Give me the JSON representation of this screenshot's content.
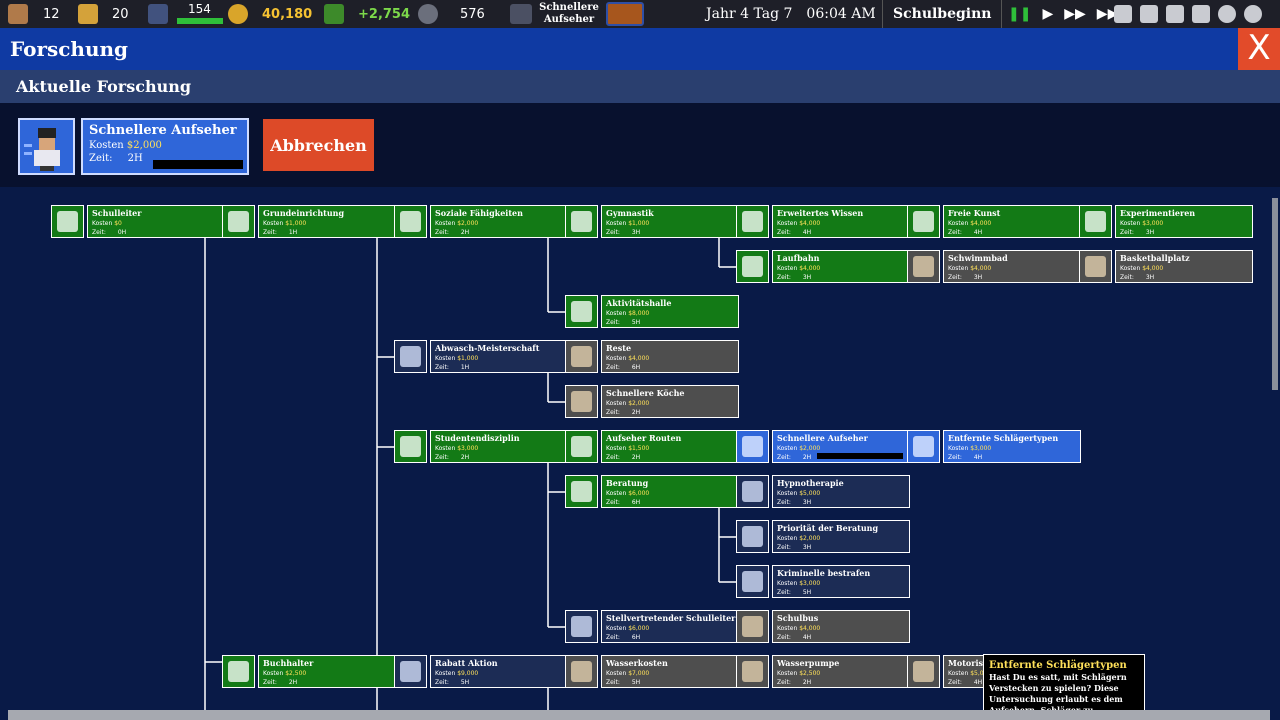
{
  "topbar": {
    "students": "12",
    "staff": "20",
    "guards_progress_value": "154",
    "money": "40,180",
    "income": "+2,754",
    "reputation": "576",
    "research_label": "Schnellere Aufseher",
    "date": "Jahr 4 Tag 7",
    "time": "06:04 AM",
    "period": "Schulbeginn",
    "colors": {
      "money": "#f6c232",
      "income": "#7cd84a",
      "progress": "#2fbf3a"
    }
  },
  "window": {
    "title": "Forschung",
    "close": "X"
  },
  "current": {
    "heading": "Aktuelle Forschung",
    "name": "Schnellere Aufseher",
    "cost_label": "Kosten",
    "cost": "$2,000",
    "time_label": "Zeit:",
    "time": "2H",
    "cancel": "Abbrechen"
  },
  "tooltip": {
    "title": "Entfernte Schlägertypen",
    "body": "Hast Du es satt, mit Schlägern Verstecken zu spielen? Diese Untersuchung erlaubt es dem Aufsehern, Schläger zu entfernen, ohne dass Du einen Finger rühren musst."
  },
  "nodes": [
    {
      "id": "n1",
      "name": "Schulleiter",
      "cost": "$0",
      "time": "0H",
      "state": "green",
      "icon": "principal-icon"
    },
    {
      "id": "n2",
      "name": "Grundeinrichtung",
      "cost": "$1,000",
      "time": "1H",
      "state": "green",
      "icon": "students-icon"
    },
    {
      "id": "n3",
      "name": "Soziale Fähigkeiten",
      "cost": "$2,000",
      "time": "2H",
      "state": "green",
      "icon": "social-icon"
    },
    {
      "id": "n4",
      "name": "Gymnastik",
      "cost": "$1,000",
      "time": "3H",
      "state": "green",
      "icon": "gym-icon"
    },
    {
      "id": "n5",
      "name": "Erweitertes Wissen",
      "cost": "$4,000",
      "time": "4H",
      "state": "green",
      "icon": "book-icon"
    },
    {
      "id": "n6",
      "name": "Freie Kunst",
      "cost": "$4,000",
      "time": "4H",
      "state": "green",
      "icon": "easel-icon"
    },
    {
      "id": "n7",
      "name": "Experimentieren",
      "cost": "$3,000",
      "time": "3H",
      "state": "green",
      "icon": "flask-icon"
    },
    {
      "id": "n8",
      "name": "Laufbahn",
      "cost": "$4,000",
      "time": "3H",
      "state": "green",
      "icon": "career-icon"
    },
    {
      "id": "n9",
      "name": "Schwimmbad",
      "cost": "$4,000",
      "time": "3H",
      "state": "gray",
      "icon": "pool-icon"
    },
    {
      "id": "n10",
      "name": "Basketballplatz",
      "cost": "$4,000",
      "time": "3H",
      "state": "gray",
      "icon": "basketball-icon"
    },
    {
      "id": "n11",
      "name": "Aktivitätshalle",
      "cost": "$8,000",
      "time": "5H",
      "state": "green",
      "icon": "calendar-icon"
    },
    {
      "id": "n12",
      "name": "Abwasch-Meisterschaft",
      "cost": "$1,000",
      "time": "1H",
      "state": "dark",
      "icon": "dish-icon"
    },
    {
      "id": "n13",
      "name": "Reste",
      "cost": "$4,000",
      "time": "6H",
      "state": "gray",
      "icon": "food-icon"
    },
    {
      "id": "n14",
      "name": "Schnellere Köche",
      "cost": "$2,000",
      "time": "2H",
      "state": "gray",
      "icon": "cook-icon"
    },
    {
      "id": "n15",
      "name": "Studentendisziplin",
      "cost": "$3,000",
      "time": "2H",
      "state": "green",
      "icon": "discipline-icon"
    },
    {
      "id": "n16",
      "name": "Aufseher Routen",
      "cost": "$1,500",
      "time": "2H",
      "state": "green",
      "icon": "routes-icon"
    },
    {
      "id": "n17",
      "name": "Schnellere Aufseher",
      "cost": "$2,000",
      "time": "2H",
      "state": "blue",
      "icon": "guard-icon"
    },
    {
      "id": "n18",
      "name": "Entfernte Schlägertypen",
      "cost": "$3,000",
      "time": "4H",
      "state": "blue",
      "icon": "bully-icon"
    },
    {
      "id": "n19",
      "name": "Beratung",
      "cost": "$6,000",
      "time": "6H",
      "state": "green",
      "icon": "counsel-icon"
    },
    {
      "id": "n20",
      "name": "Hypnotherapie",
      "cost": "$5,000",
      "time": "3H",
      "state": "dark",
      "icon": "hypno-icon"
    },
    {
      "id": "n21",
      "name": "Priorität der Beratung",
      "cost": "$2,000",
      "time": "3H",
      "state": "dark",
      "icon": "priority-icon"
    },
    {
      "id": "n22",
      "name": "Kriminelle bestrafen",
      "cost": "$3,000",
      "time": "5H",
      "state": "dark",
      "icon": "punish-icon"
    },
    {
      "id": "n23",
      "name": "Stellvertretender Schulleiter",
      "cost": "$6,000",
      "time": "6H",
      "state": "dark",
      "icon": "vice-icon"
    },
    {
      "id": "n24",
      "name": "Schulbus",
      "cost": "$4,000",
      "time": "4H",
      "state": "gray",
      "icon": "bus-icon"
    },
    {
      "id": "n25",
      "name": "Buchhalter",
      "cost": "$2,500",
      "time": "2H",
      "state": "green",
      "icon": "accountant-icon"
    },
    {
      "id": "n26",
      "name": "Rabatt Aktion",
      "cost": "$9,000",
      "time": "5H",
      "state": "dark",
      "icon": "discount-icon"
    },
    {
      "id": "n27",
      "name": "Wasserkosten",
      "cost": "$7,000",
      "time": "5H",
      "state": "gray",
      "icon": "water-icon"
    },
    {
      "id": "n28",
      "name": "Wasserpumpe",
      "cost": "$2,500",
      "time": "2H",
      "state": "gray",
      "icon": "pump-icon"
    },
    {
      "id": "n29",
      "name": "Motorisierte Wasserpumpe",
      "cost": "$5,000",
      "time": "4H",
      "state": "gray",
      "icon": "motor-pump-icon"
    }
  ],
  "labels": {
    "cost": "Kosten",
    "time": "Zeit:"
  }
}
